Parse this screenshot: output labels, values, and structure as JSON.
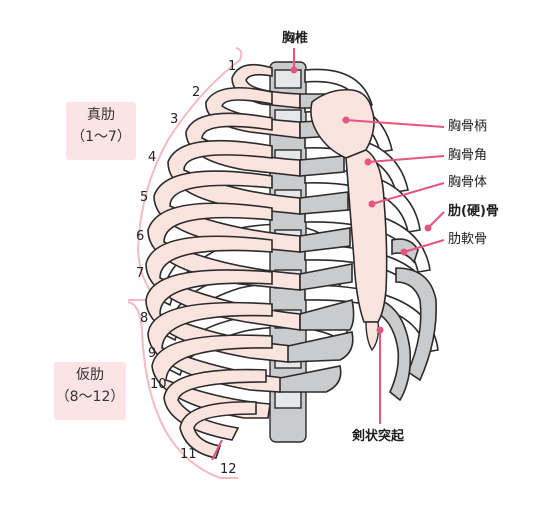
{
  "labels": {
    "thoracic_vertebra": "胸椎",
    "manubrium": "胸骨柄",
    "sternal_angle": "胸骨角",
    "sternal_body": "胸骨体",
    "rib_bone": "肋(硬)骨",
    "costal_cartilage": "肋軟骨",
    "xiphoid": "剣状突起"
  },
  "groups": {
    "true_ribs": {
      "name": "真肋",
      "range": "（1〜7）"
    },
    "false_ribs": {
      "name": "仮肋",
      "range": "（8〜12）"
    }
  },
  "rib_numbers": [
    "1",
    "2",
    "3",
    "4",
    "5",
    "6",
    "7",
    "8",
    "9",
    "10",
    "11",
    "12"
  ],
  "colors": {
    "outline": "#2b2b2b",
    "bone": "#fbe3de",
    "cartilage": "#c9cbcd",
    "leader": "#e5557e",
    "bracket": "#f4b9c3",
    "group_bg": "#fbe3e6"
  }
}
